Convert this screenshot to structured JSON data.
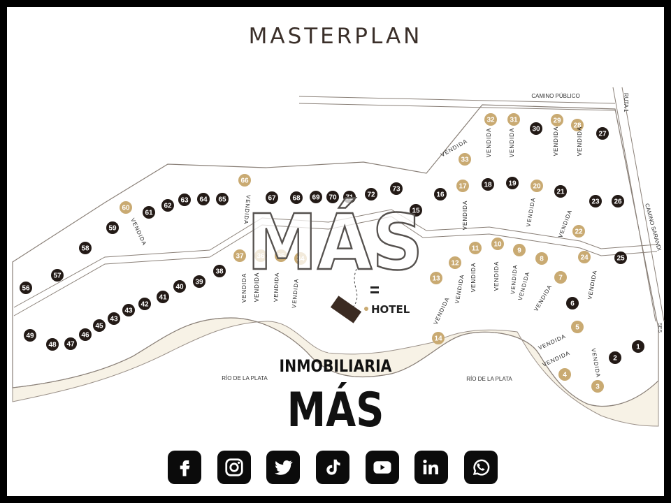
{
  "title": "MASTERPLAN",
  "watermark": "MÁS",
  "brand": {
    "line1": "INMOBILIARIA",
    "line2": "MÁS"
  },
  "labels": {
    "camino_publico": "CAMINO PÚBLICO",
    "ruta": "RUTA 1",
    "camino_sarandi": "CAMINO SARANDI",
    "rio_left": "RÍO DE LA PLATA",
    "rio_right": "RÍO DE LA PLATA",
    "hotel": "HOTEL",
    "ses": "SES"
  },
  "sold_label": "VENDIDA",
  "colors": {
    "sold_fill": "#f6efd9",
    "sold_badge": "#c9aa72",
    "lot_badge": "#231a16",
    "line": "#7a7068"
  },
  "lots": [
    {
      "n": "1",
      "sold": false
    },
    {
      "n": "2",
      "sold": false
    },
    {
      "n": "3",
      "sold": true
    },
    {
      "n": "4",
      "sold": true
    },
    {
      "n": "5",
      "sold": true
    },
    {
      "n": "6",
      "sold": false
    },
    {
      "n": "7",
      "sold": true
    },
    {
      "n": "8",
      "sold": true
    },
    {
      "n": "9",
      "sold": true
    },
    {
      "n": "10",
      "sold": true
    },
    {
      "n": "11",
      "sold": true
    },
    {
      "n": "12",
      "sold": true
    },
    {
      "n": "13",
      "sold": true
    },
    {
      "n": "14",
      "sold": true
    },
    {
      "n": "15",
      "sold": false
    },
    {
      "n": "16",
      "sold": false
    },
    {
      "n": "17",
      "sold": true
    },
    {
      "n": "18",
      "sold": false
    },
    {
      "n": "19",
      "sold": false
    },
    {
      "n": "20",
      "sold": true
    },
    {
      "n": "21",
      "sold": false
    },
    {
      "n": "22",
      "sold": true
    },
    {
      "n": "23",
      "sold": false
    },
    {
      "n": "24",
      "sold": true
    },
    {
      "n": "25",
      "sold": false
    },
    {
      "n": "26",
      "sold": false
    },
    {
      "n": "27",
      "sold": false
    },
    {
      "n": "28",
      "sold": true
    },
    {
      "n": "29",
      "sold": true
    },
    {
      "n": "30",
      "sold": false
    },
    {
      "n": "31",
      "sold": true
    },
    {
      "n": "32",
      "sold": true
    },
    {
      "n": "33",
      "sold": true
    },
    {
      "n": "34",
      "sold": true
    },
    {
      "n": "35",
      "sold": true
    },
    {
      "n": "36",
      "sold": true
    },
    {
      "n": "37",
      "sold": true
    },
    {
      "n": "38",
      "sold": false
    },
    {
      "n": "39",
      "sold": false
    },
    {
      "n": "40",
      "sold": false
    },
    {
      "n": "41",
      "sold": false
    },
    {
      "n": "42",
      "sold": false
    },
    {
      "n": "43",
      "sold": false
    },
    {
      "n": "43",
      "sold": false
    },
    {
      "n": "45",
      "sold": false
    },
    {
      "n": "46",
      "sold": false
    },
    {
      "n": "47",
      "sold": false
    },
    {
      "n": "48",
      "sold": false
    },
    {
      "n": "49",
      "sold": false
    },
    {
      "n": "56",
      "sold": false
    },
    {
      "n": "57",
      "sold": false
    },
    {
      "n": "58",
      "sold": false
    },
    {
      "n": "59",
      "sold": false
    },
    {
      "n": "60",
      "sold": true
    },
    {
      "n": "61",
      "sold": false
    },
    {
      "n": "62",
      "sold": false
    },
    {
      "n": "63",
      "sold": false
    },
    {
      "n": "64",
      "sold": false
    },
    {
      "n": "65",
      "sold": false
    },
    {
      "n": "66",
      "sold": true
    },
    {
      "n": "67",
      "sold": false
    },
    {
      "n": "68",
      "sold": false
    },
    {
      "n": "69",
      "sold": false
    },
    {
      "n": "70",
      "sold": false
    },
    {
      "n": "71",
      "sold": false
    },
    {
      "n": "72",
      "sold": false
    },
    {
      "n": "73",
      "sold": false
    }
  ],
  "social": [
    {
      "name": "facebook-icon"
    },
    {
      "name": "instagram-icon"
    },
    {
      "name": "twitter-icon"
    },
    {
      "name": "tiktok-icon"
    },
    {
      "name": "youtube-icon"
    },
    {
      "name": "linkedin-icon"
    },
    {
      "name": "whatsapp-icon"
    }
  ]
}
